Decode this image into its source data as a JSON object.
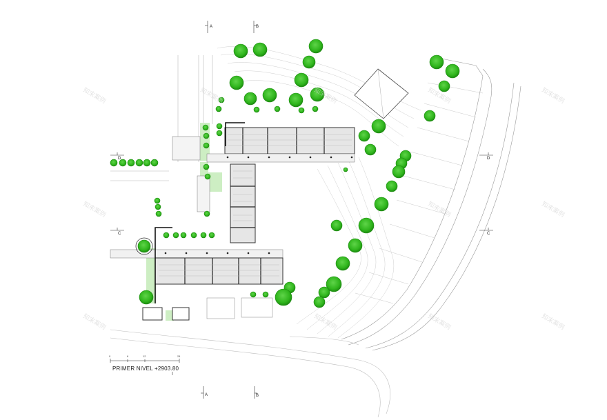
{
  "plan": {
    "title": "PRIMER NIVEL +2903.80",
    "scale_ticks": [
      "0",
      "6",
      "12",
      "24"
    ],
    "section_markers": {
      "A": "A",
      "B": "B",
      "C": "C",
      "D": "D"
    },
    "watermark": "知末案例",
    "colors": {
      "tree": "#2fb51c",
      "tree_dark": "#1c8a10",
      "green_strip": "#cdeec3",
      "building": "#e3e3e3",
      "line": "#555555"
    }
  }
}
